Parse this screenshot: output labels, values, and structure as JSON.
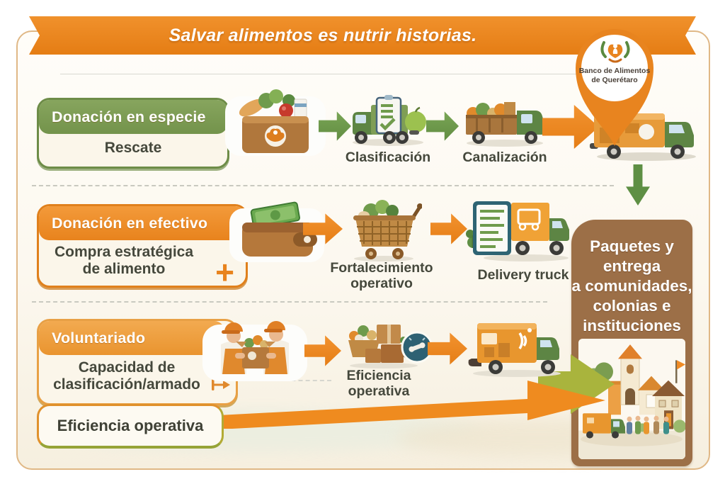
{
  "banner": {
    "title": "Salvar alimentos es nutrir historias."
  },
  "logo_pin": {
    "line1": "Banco de Alimentos",
    "line2": "de Querétaro"
  },
  "rows": {
    "especie": {
      "header": "Donación en especie",
      "subtitle": "Rescate",
      "step1_label": "Clasificación",
      "step2_label": "Canalización"
    },
    "efectivo": {
      "header": "Donación en efectivo",
      "subtitle_lines": [
        "Compra estratégica",
        "de alimento"
      ],
      "plus": "+",
      "step1_label_lines": [
        "Fortalecimiento",
        "operativo"
      ],
      "step2_label": "Delivery truck"
    },
    "voluntariado": {
      "header": "Voluntariado",
      "subtitle_lines": [
        "Capacidad de",
        "clasificación/armado"
      ],
      "step1_label_lines": [
        "Eficiencia",
        "operativa"
      ]
    }
  },
  "destination": {
    "lines": [
      "Paquetes y",
      "entrega",
      "a comunidades,",
      "colonias e",
      "instituciones"
    ]
  },
  "footer": {
    "pill_label": "Eficiencia operativa"
  },
  "icons": {
    "food_box": "food-donation-box",
    "wallet": "wallet-with-cash",
    "volunteers": "volunteers-with-box",
    "clipboard_truck": "clipboard-truck",
    "produce_truck": "produce-truck",
    "hq_truck": "foodbank-truck",
    "cart": "grocery-cart",
    "delivery": "clipboard-delivery-truck",
    "boxes_gauge": "packing-boxes-gauge",
    "box_truck": "volunteer-box-truck",
    "village": "community-village",
    "logo": "foodbank-logo"
  },
  "colors": {
    "ribbon_orange": "#ed861f",
    "green_header": "#7c9c53",
    "orange_header": "#ee8a26",
    "light_orange_header": "#eca044",
    "brown_panel": "#9c6f47",
    "olive_arrow": "#a9b43d",
    "arrow_green": "#6e9b4b"
  }
}
